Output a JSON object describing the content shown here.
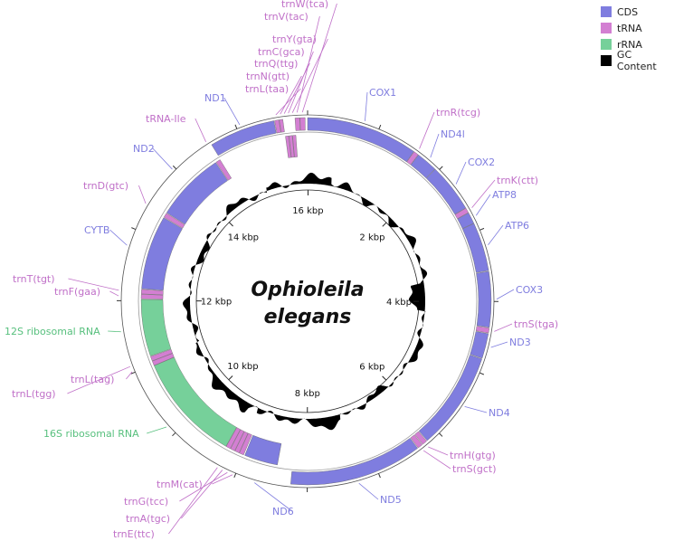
{
  "title": "Ophioleila elegans",
  "genome_length_bp": 15990,
  "legend": [
    {
      "label": "CDS",
      "color": "#7f7ddf"
    },
    {
      "label": "tRNA",
      "color": "#d37fd2"
    },
    {
      "label": "rRNA",
      "color": "#76d09a"
    },
    {
      "label": "GC Content",
      "color": "#000000"
    }
  ],
  "colors": {
    "CDS": "#7f7ddf",
    "tRNA": "#d37fd2",
    "rRNA": "#76d09a",
    "GC": "#000000"
  },
  "ticks": [
    "2 kbp",
    "4 kbp",
    "6 kbp",
    "8 kbp",
    "10 kbp",
    "12 kbp",
    "14 kbp",
    "16 kbp"
  ],
  "features": [
    {
      "name": "COX1",
      "type": "CDS",
      "start": 0,
      "end": 1570,
      "strand": "+"
    },
    {
      "name": "trnR(tcg)",
      "type": "tRNA",
      "start": 1575,
      "end": 1645,
      "strand": "+"
    },
    {
      "name": "ND4l",
      "type": "CDS",
      "start": 1650,
      "end": 1950,
      "strand": "+"
    },
    {
      "name": "COX2",
      "type": "CDS",
      "start": 1955,
      "end": 2640,
      "strand": "+"
    },
    {
      "name": "trnK(ctt)",
      "type": "tRNA",
      "start": 2645,
      "end": 2715,
      "strand": "+"
    },
    {
      "name": "ATP8",
      "type": "CDS",
      "start": 2720,
      "end": 2880,
      "strand": "+"
    },
    {
      "name": "ATP6",
      "type": "CDS",
      "start": 2885,
      "end": 3570,
      "strand": "+"
    },
    {
      "name": "COX3",
      "type": "CDS",
      "start": 3580,
      "end": 4360,
      "strand": "+"
    },
    {
      "name": "trnS(tga)",
      "type": "tRNA",
      "start": 4370,
      "end": 4440,
      "strand": "+"
    },
    {
      "name": "ND3",
      "type": "CDS",
      "start": 4450,
      "end": 4800,
      "strand": "+"
    },
    {
      "name": "ND4",
      "type": "CDS",
      "start": 4810,
      "end": 6190,
      "strand": "+"
    },
    {
      "name": "trnH(gtg)",
      "type": "tRNA",
      "start": 6200,
      "end": 6270,
      "strand": "+"
    },
    {
      "name": "trnS(gct)",
      "type": "tRNA",
      "start": 6280,
      "end": 6350,
      "strand": "+"
    },
    {
      "name": "ND5",
      "type": "CDS",
      "start": 6360,
      "end": 8230,
      "strand": "+"
    },
    {
      "name": "ND6",
      "type": "CDS",
      "start": 8460,
      "end": 8980,
      "strand": "-"
    },
    {
      "name": "trnM(cat)",
      "type": "tRNA",
      "start": 9000,
      "end": 9070,
      "strand": "-"
    },
    {
      "name": "trnG(tcc)",
      "type": "tRNA",
      "start": 9075,
      "end": 9145,
      "strand": "-"
    },
    {
      "name": "trnA(tgc)",
      "type": "tRNA",
      "start": 9150,
      "end": 9220,
      "strand": "-"
    },
    {
      "name": "trnE(ttc)",
      "type": "tRNA",
      "start": 9225,
      "end": 9295,
      "strand": "-"
    },
    {
      "name": "16S ribosomal RNA",
      "type": "rRNA",
      "start": 9300,
      "end": 10980,
      "strand": "-"
    },
    {
      "name": "trnL(tag)",
      "type": "tRNA",
      "start": 10985,
      "end": 11055,
      "strand": "-"
    },
    {
      "name": "trnL(tgg)",
      "type": "tRNA",
      "start": 11060,
      "end": 11130,
      "strand": "-"
    },
    {
      "name": "12S ribosomal RNA",
      "type": "rRNA",
      "start": 11140,
      "end": 12020,
      "strand": "-"
    },
    {
      "name": "trnF(gaa)",
      "type": "tRNA",
      "start": 12030,
      "end": 12100,
      "strand": "-"
    },
    {
      "name": "trnT(tgt)",
      "type": "tRNA",
      "start": 12105,
      "end": 12175,
      "strand": "-"
    },
    {
      "name": "CYTB",
      "type": "CDS",
      "start": 12185,
      "end": 13330,
      "strand": "-"
    },
    {
      "name": "trnD(gtc)",
      "type": "tRNA",
      "start": 13340,
      "end": 13410,
      "strand": "-"
    },
    {
      "name": "ND2",
      "type": "CDS",
      "start": 13420,
      "end": 14500,
      "strand": "-"
    },
    {
      "name": "tRNA-Ile",
      "type": "tRNA",
      "start": 14510,
      "end": 14580,
      "strand": "-"
    },
    {
      "name": "ND1",
      "type": "CDS",
      "start": 14590,
      "end": 15520,
      "strand": "+"
    },
    {
      "name": "trnL(taa)",
      "type": "tRNA",
      "start": 15530,
      "end": 15590,
      "strand": "+"
    },
    {
      "name": "trnN(gtt)",
      "type": "tRNA",
      "start": 15595,
      "end": 15645,
      "strand": "+"
    },
    {
      "name": "trnQ(ttg)",
      "type": "tRNA",
      "start": 15650,
      "end": 15700,
      "strand": "-"
    },
    {
      "name": "trnC(gca)",
      "type": "tRNA",
      "start": 15705,
      "end": 15755,
      "strand": "-"
    },
    {
      "name": "trnY(gta)",
      "type": "tRNA",
      "start": 15760,
      "end": 15810,
      "strand": "-"
    },
    {
      "name": "trnV(tac)",
      "type": "tRNA",
      "start": 15815,
      "end": 15880,
      "strand": "+"
    },
    {
      "name": "trnW(tca)",
      "type": "tRNA",
      "start": 15885,
      "end": 15955,
      "strand": "+"
    }
  ]
}
